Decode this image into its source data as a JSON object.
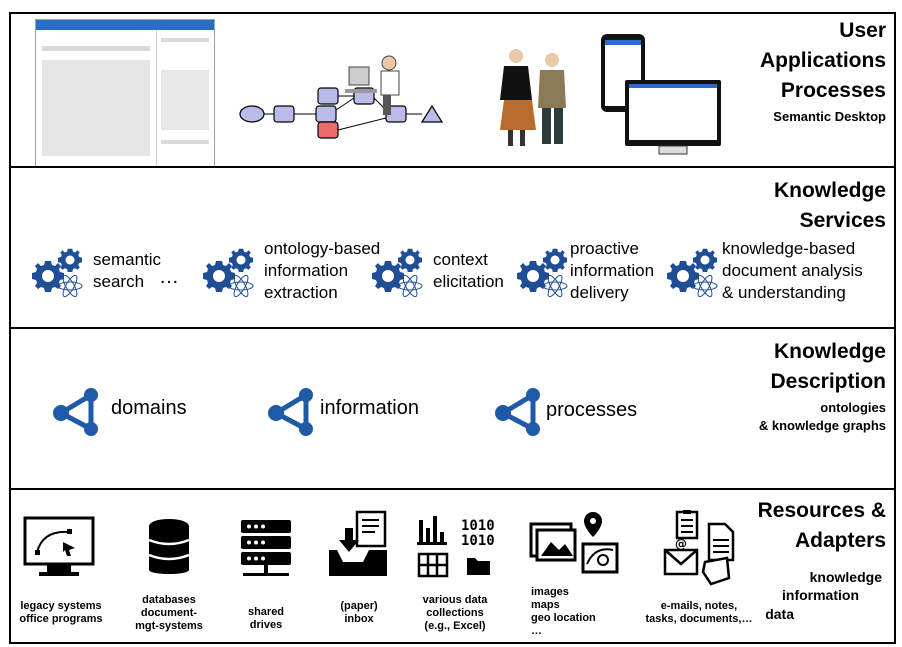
{
  "layers": [
    {
      "heading": "User\nApplications\nProcesses",
      "subheading": "Semantic Desktop"
    },
    {
      "heading": "Knowledge\nServices",
      "subheading": ""
    },
    {
      "heading": "Knowledge\nDescription",
      "subheading": "ontologies\n& knowledge graphs"
    },
    {
      "heading": "Resources &\nAdapters",
      "subheading": ""
    }
  ],
  "services": [
    {
      "label": "semantic\nsearch",
      "icon": "gears-icon"
    },
    {
      "label": "ontology-based\ninformation\nextraction",
      "icon": "gears-icon"
    },
    {
      "label": "context\nelicitation",
      "icon": "gears-icon"
    },
    {
      "label": "proactive\ninformation\ndelivery",
      "icon": "gears-icon"
    },
    {
      "label": "knowledge-based\ndocument analysis\n& understanding",
      "icon": "gears-icon"
    }
  ],
  "services_ellipsis": "…",
  "descriptions": [
    {
      "label": "domains",
      "icon": "molecule-icon"
    },
    {
      "label": "information",
      "icon": "molecule-icon"
    },
    {
      "label": "processes",
      "icon": "molecule-icon"
    }
  ],
  "resources": [
    {
      "label": "legacy systems\noffice programs",
      "icon": "monitor-vector-icon"
    },
    {
      "label": "databases\ndocument-\nmgt-systems",
      "icon": "database-icon"
    },
    {
      "label": "shared\ndrives",
      "icon": "server-icon"
    },
    {
      "label": "(paper)\ninbox",
      "icon": "inbox-icon"
    },
    {
      "label": "various data\ncollections\n(e.g., Excel)",
      "icon": "data-collection-icon"
    },
    {
      "label": "images\nmaps\ngeo location\n…",
      "icon": "image-map-icon"
    },
    {
      "label": "e-mails, notes,\ntasks, documents,…",
      "icon": "email-notes-icon"
    }
  ],
  "resource_terms": [
    "knowledge",
    "information",
    "data"
  ],
  "colors": {
    "gear_blue": "#1f4e96",
    "process_node": "#b9bbe8",
    "process_highlight": "#ee6a6a"
  }
}
